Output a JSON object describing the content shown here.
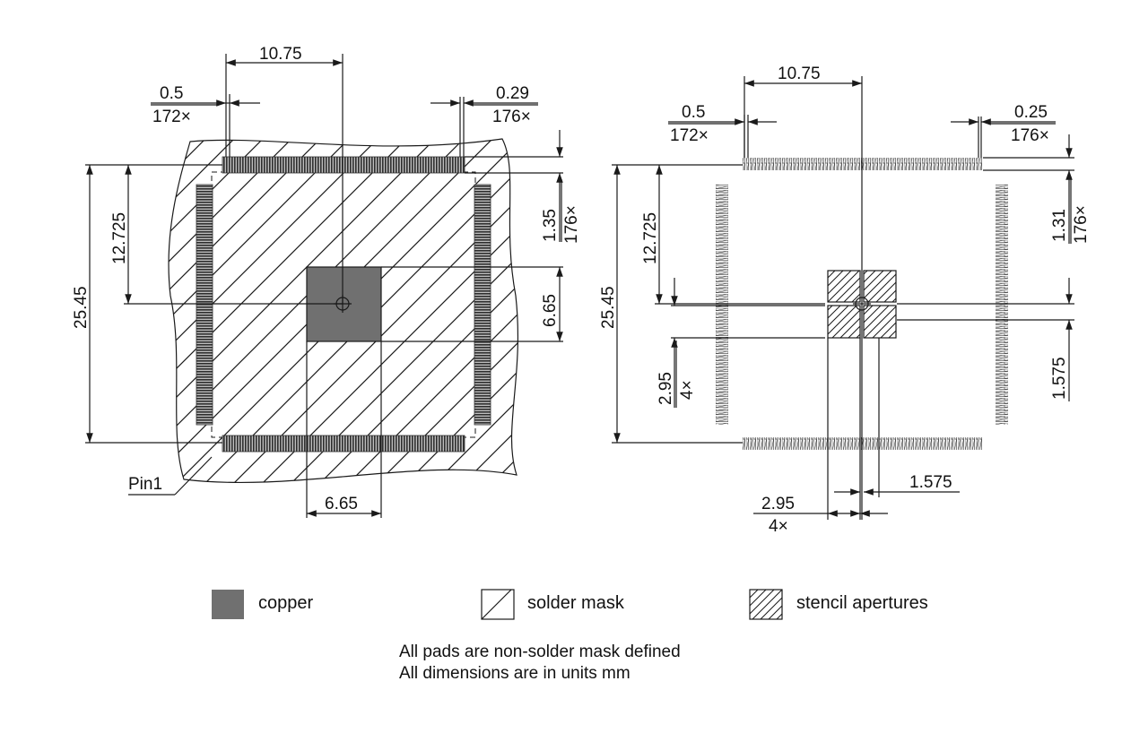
{
  "colors": {
    "copper": "#707070",
    "line": "#1a1a1a",
    "pad_dark": "#3c3c3c"
  },
  "left_view": {
    "dim_top_pitch_pad": "10.75",
    "dim_left_pad_width": "0.5",
    "dim_left_pad_count": "172×",
    "dim_right_pad_width": "0.29",
    "dim_right_pad_count": "176×",
    "dim_half_span": "12.725",
    "dim_full_span": "25.45",
    "dim_pad_length": "1.35",
    "dim_pad_length_count": "176×",
    "dim_center_pad_v": "6.65",
    "dim_center_pad_h": "6.65",
    "pin1_label": "Pin1"
  },
  "right_view": {
    "dim_top_pitch_pad": "10.75",
    "dim_left_pad_width": "0.5",
    "dim_left_pad_count": "172×",
    "dim_right_pad_width": "0.25",
    "dim_right_pad_count": "176×",
    "dim_half_span": "12.725",
    "dim_full_span": "25.45",
    "dim_pad_length": "1.31",
    "dim_pad_length_count": "176×",
    "dim_aperture_v": "2.95",
    "dim_aperture_v_count": "4×",
    "dim_gap_v": "1.575",
    "dim_aperture_h": "2.95",
    "dim_aperture_h_count": "4×",
    "dim_gap_h": "1.575"
  },
  "legend": {
    "copper_label": "copper",
    "solder_mask_label": "solder mask",
    "stencil_label": "stencil apertures"
  },
  "notes": {
    "line1": "All pads are non-solder mask defined",
    "line2": "All dimensions are in units mm"
  }
}
